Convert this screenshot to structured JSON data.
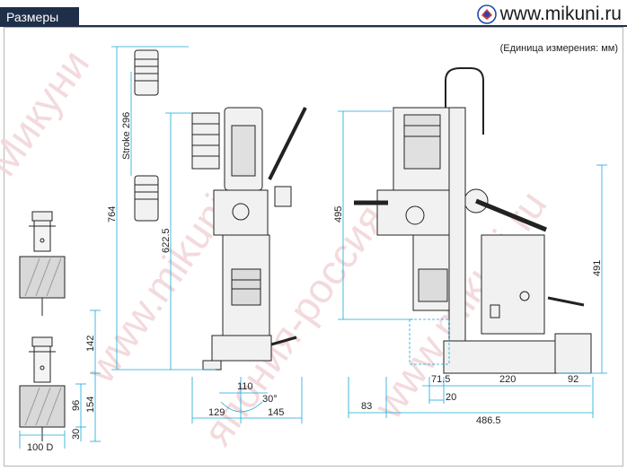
{
  "header": {
    "title": "Размеры"
  },
  "site": {
    "logo": "mikuni-logo",
    "url": "www.mikuni.ru"
  },
  "unit_note": "(Единица измерения: мм)",
  "watermarks": [
    "www.mikuni.ru",
    "япония-россия",
    "Микуни",
    "www.mikuni.ru"
  ],
  "dimensions": {
    "stroke": "Stroke 296",
    "overall_height": "764",
    "height_622": "622.5",
    "height_142": "142",
    "height_154": "154",
    "height_96": "96",
    "height_30": "30",
    "diameter": "100 D",
    "width_110": "110",
    "angle": "30°",
    "width_129": "129",
    "width_145": "145",
    "height_495": "495",
    "height_491": "491",
    "side_83": "83",
    "side_71_5": "71.5",
    "side_20": "20",
    "side_220": "220",
    "side_92": "92",
    "side_486_5": "486.5"
  },
  "colors": {
    "dimension_line": "#1aa7d9",
    "header_bg": "#1f2f49",
    "watermark": "#f2d6d8"
  }
}
